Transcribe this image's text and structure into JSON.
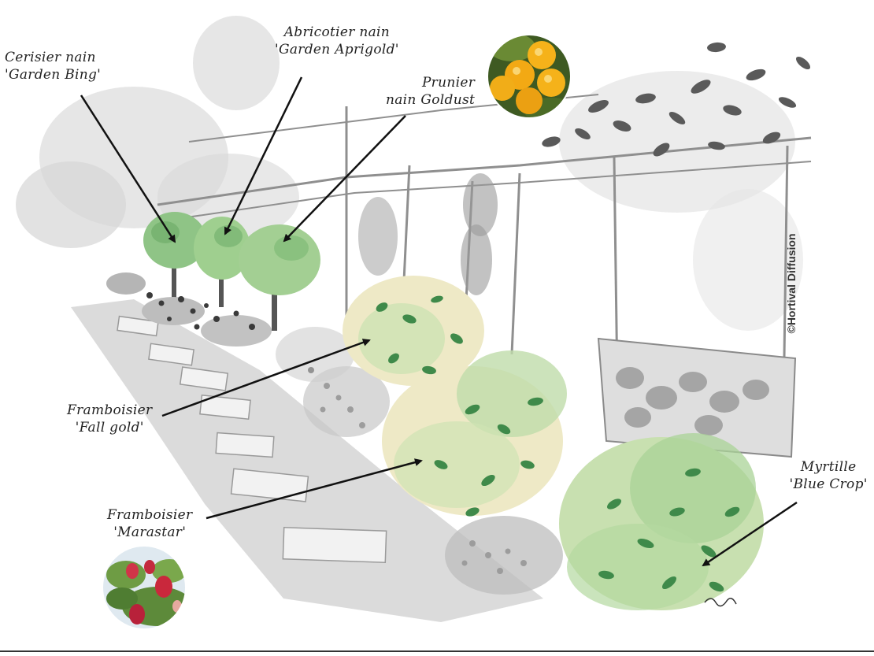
{
  "labels": {
    "cerisier": {
      "line1": "Cerisier nain",
      "line2": "'Garden Bing'"
    },
    "abricotier": {
      "line1": "Abricotier nain",
      "line2": "'Garden Aprigold'"
    },
    "prunier": {
      "line1": "Prunier",
      "line2": "nain Goldust"
    },
    "fall_gold": {
      "line1": "Framboisier",
      "line2": "'Fall gold'"
    },
    "marastar": {
      "line1": "Framboisier",
      "line2": "'Marastar'"
    },
    "myrtille": {
      "line1": "Myrtille",
      "line2": "'Blue Crop'"
    }
  },
  "credit": "©Hortival Diffusion",
  "icons": {
    "plum_photo": "yellow-plum-photo-icon",
    "raspberry_photo": "raspberry-photo-icon"
  },
  "colors": {
    "foliage_light": "#cfe3b4",
    "foliage_mid": "#8fc486",
    "foliage_dark": "#3f8a4a",
    "cream": "#eee9c6",
    "ink": "#222222",
    "wash_gray": "#c9c9c9",
    "plum_yellow": "#f5b21a",
    "raspberry_red": "#c9283c"
  }
}
